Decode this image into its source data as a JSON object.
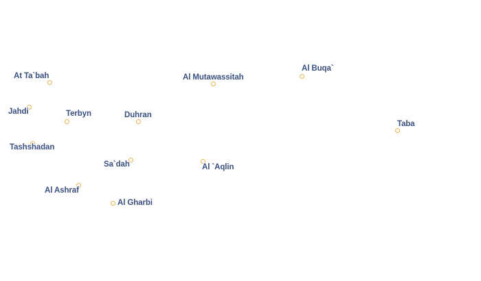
{
  "map": {
    "places": [
      {
        "id": "at-taibah",
        "name": "At Ta`bah"
      },
      {
        "id": "al-mutawassitah",
        "name": "Al Mutawassitah"
      },
      {
        "id": "al-buqa",
        "name": "Al Buqa`"
      },
      {
        "id": "jahdi",
        "name": "Jahdi"
      },
      {
        "id": "terbyn",
        "name": "Terbyn"
      },
      {
        "id": "duhran",
        "name": "Duhran"
      },
      {
        "id": "taba",
        "name": "Taba"
      },
      {
        "id": "tashshadan",
        "name": "Tashshadan"
      },
      {
        "id": "saidah",
        "name": "Sa`dah"
      },
      {
        "id": "al-aqlin",
        "name": "Al `Aqlin"
      },
      {
        "id": "al-ashraf",
        "name": "Al Ashraf"
      },
      {
        "id": "al-gharbi",
        "name": "Al Gharbi"
      }
    ]
  }
}
